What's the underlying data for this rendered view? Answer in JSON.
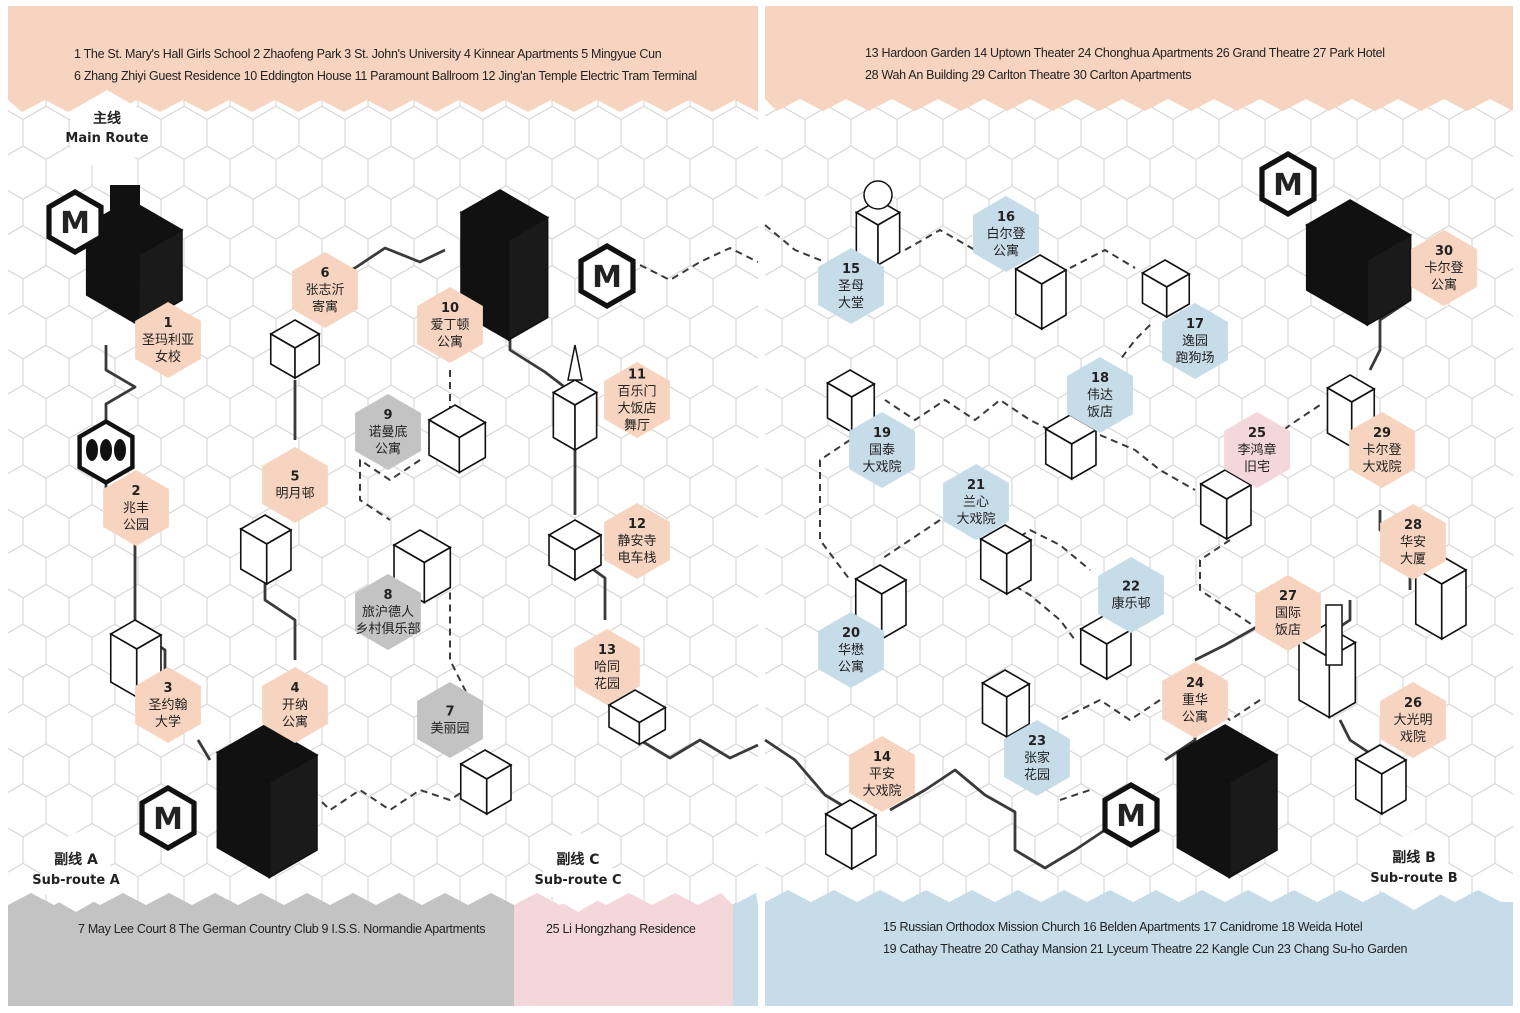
{
  "colors": {
    "peach": "#f7d4c0",
    "blue": "#c6dce8",
    "pink": "#f3d7da",
    "gray": "#c3c3c3",
    "grid": "#d7d7d7",
    "ink": "#1a1a1a",
    "route": "#3a3a3a"
  },
  "legends": {
    "main_left_line1": "1 The St. Mary's Hall Girls School  2 Zhaofeng Park  3 St. John's University  4 Kinnear Apartments  5 Mingyue Cun",
    "main_left_line2": "6 Zhang Zhiyi Guest Residence  10 Eddington House  11 Paramount Ballroom  12 Jing'an Temple Electric Tram Terminal",
    "main_right_line1": "13 Hardoon Garden  14 Uptown Theater  24 Chonghua Apartments  26 Grand Theatre  27 Park Hotel",
    "main_right_line2": "28 Wah An Building  29 Carlton Theatre  30 Carlton Apartments",
    "sub_a": "7 May Lee Court  8 The German Country Club  9 I.S.S. Normandie Apartments",
    "sub_c": "25 Li Hongzhang Residence",
    "sub_b_line1": "15 Russian Orthodox Mission Church  16 Belden Apartments  17 Canidrome  18 Weida Hotel",
    "sub_b_line2": "19 Cathay Theatre  20 Cathay Mansion  21 Lyceum Theatre  22 Kangle Cun  23 Chang Su-ho Garden"
  },
  "route_labels": {
    "main": {
      "zh": "主线",
      "en": "Main Route"
    },
    "sub_a": {
      "zh": "副线 A",
      "en": "Sub-route A"
    },
    "sub_c": {
      "zh": "副线 C",
      "en": "Sub-route C"
    },
    "sub_b": {
      "zh": "副线 B",
      "en": "Sub-route B"
    }
  },
  "metro_letter": "M",
  "pois": [
    {
      "num": "1",
      "lines": [
        "圣玛利亚",
        "女校"
      ],
      "color": "peach"
    },
    {
      "num": "2",
      "lines": [
        "兆丰",
        "公园"
      ],
      "color": "peach"
    },
    {
      "num": "3",
      "lines": [
        "圣约翰",
        "大学"
      ],
      "color": "peach"
    },
    {
      "num": "4",
      "lines": [
        "开纳",
        "公寓"
      ],
      "color": "peach"
    },
    {
      "num": "5",
      "lines": [
        "明月邨"
      ],
      "color": "peach"
    },
    {
      "num": "6",
      "lines": [
        "张志沂",
        "寄寓"
      ],
      "color": "peach"
    },
    {
      "num": "7",
      "lines": [
        "美丽园"
      ],
      "color": "gray"
    },
    {
      "num": "8",
      "lines": [
        "旅沪德人",
        "乡村俱乐部"
      ],
      "color": "gray"
    },
    {
      "num": "9",
      "lines": [
        "诺曼底",
        "公寓"
      ],
      "color": "gray"
    },
    {
      "num": "10",
      "lines": [
        "爱丁顿",
        "公寓"
      ],
      "color": "peach"
    },
    {
      "num": "11",
      "lines": [
        "百乐门",
        "大饭店",
        "舞厅"
      ],
      "color": "peach"
    },
    {
      "num": "12",
      "lines": [
        "静安寺",
        "电车栈"
      ],
      "color": "peach"
    },
    {
      "num": "13",
      "lines": [
        "哈同",
        "花园"
      ],
      "color": "peach"
    },
    {
      "num": "14",
      "lines": [
        "平安",
        "大戏院"
      ],
      "color": "peach"
    },
    {
      "num": "15",
      "lines": [
        "圣母",
        "大堂"
      ],
      "color": "blue"
    },
    {
      "num": "16",
      "lines": [
        "白尔登",
        "公寓"
      ],
      "color": "blue"
    },
    {
      "num": "17",
      "lines": [
        "逸园",
        "跑狗场"
      ],
      "color": "blue"
    },
    {
      "num": "18",
      "lines": [
        "伟达",
        "饭店"
      ],
      "color": "blue"
    },
    {
      "num": "19",
      "lines": [
        "国泰",
        "大戏院"
      ],
      "color": "blue"
    },
    {
      "num": "20",
      "lines": [
        "华懋",
        "公寓"
      ],
      "color": "blue"
    },
    {
      "num": "21",
      "lines": [
        "兰心",
        "大戏院"
      ],
      "color": "blue"
    },
    {
      "num": "22",
      "lines": [
        "康乐邨"
      ],
      "color": "blue"
    },
    {
      "num": "23",
      "lines": [
        "张家",
        "花园"
      ],
      "color": "blue"
    },
    {
      "num": "24",
      "lines": [
        "重华",
        "公寓"
      ],
      "color": "peach"
    },
    {
      "num": "25",
      "lines": [
        "李鸿章",
        "旧宅"
      ],
      "color": "pink"
    },
    {
      "num": "26",
      "lines": [
        "大光明",
        "戏院"
      ],
      "color": "peach"
    },
    {
      "num": "27",
      "lines": [
        "国际",
        "饭店"
      ],
      "color": "peach"
    },
    {
      "num": "28",
      "lines": [
        "华安",
        "大厦"
      ],
      "color": "peach"
    },
    {
      "num": "29",
      "lines": [
        "卡尔登",
        "大戏院"
      ],
      "color": "peach"
    },
    {
      "num": "30",
      "lines": [
        "卡尔登",
        "公寓"
      ],
      "color": "peach"
    }
  ]
}
